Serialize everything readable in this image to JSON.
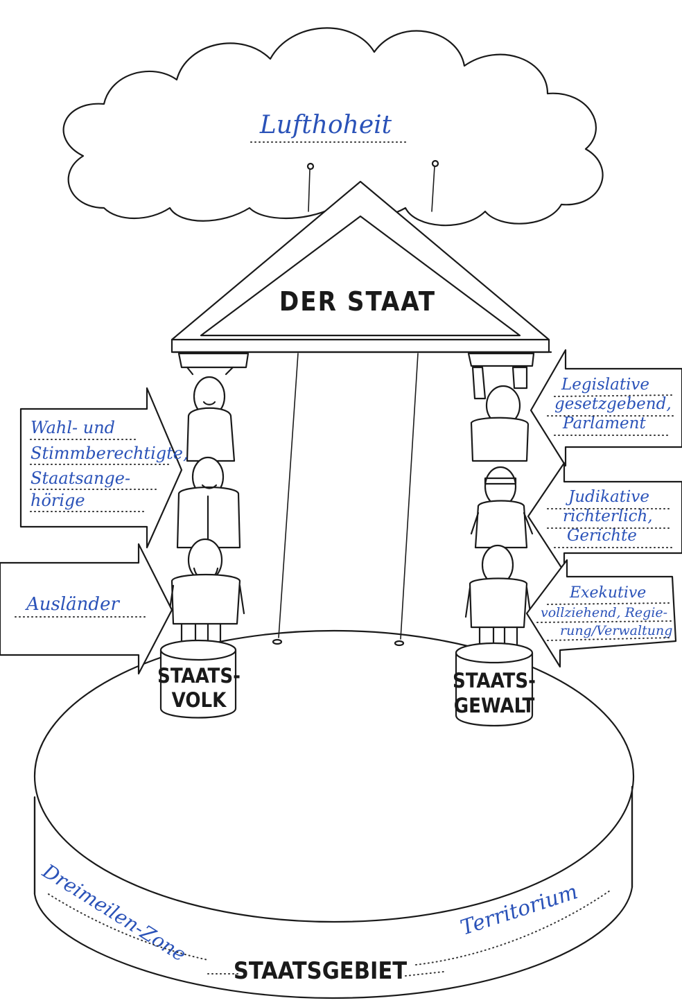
{
  "diagram": {
    "cloud_label": "Lufthoheit",
    "building_label": "DER STAAT",
    "left_pedestal": {
      "line1": "STAATS-",
      "line2": "VOLK"
    },
    "right_pedestal": {
      "line1": "STAATS-",
      "line2": "GEWALT"
    },
    "base_label": "STAATSGEBIET",
    "base_left_label": "Dreimeilen-Zone",
    "base_right_label": "Territorium",
    "left_arrows": [
      {
        "lines": [
          "Wahl- und",
          "Stimmberechtigte,",
          "Staatsange-",
          "hörige"
        ]
      },
      {
        "lines": [
          "Ausländer"
        ]
      }
    ],
    "right_arrows": [
      {
        "lines": [
          "Legislative",
          "gesetzgebend,",
          "Parlament"
        ]
      },
      {
        "lines": [
          "Judikative",
          "richterlich,",
          "Gerichte"
        ]
      },
      {
        "lines": [
          "Exekutive",
          "vollziehend, Regie-",
          "rung/Verwaltung"
        ]
      }
    ]
  },
  "colors": {
    "ink": "#1a1a1a",
    "handwriting": "#2a52b8",
    "paper": "#ffffff"
  }
}
